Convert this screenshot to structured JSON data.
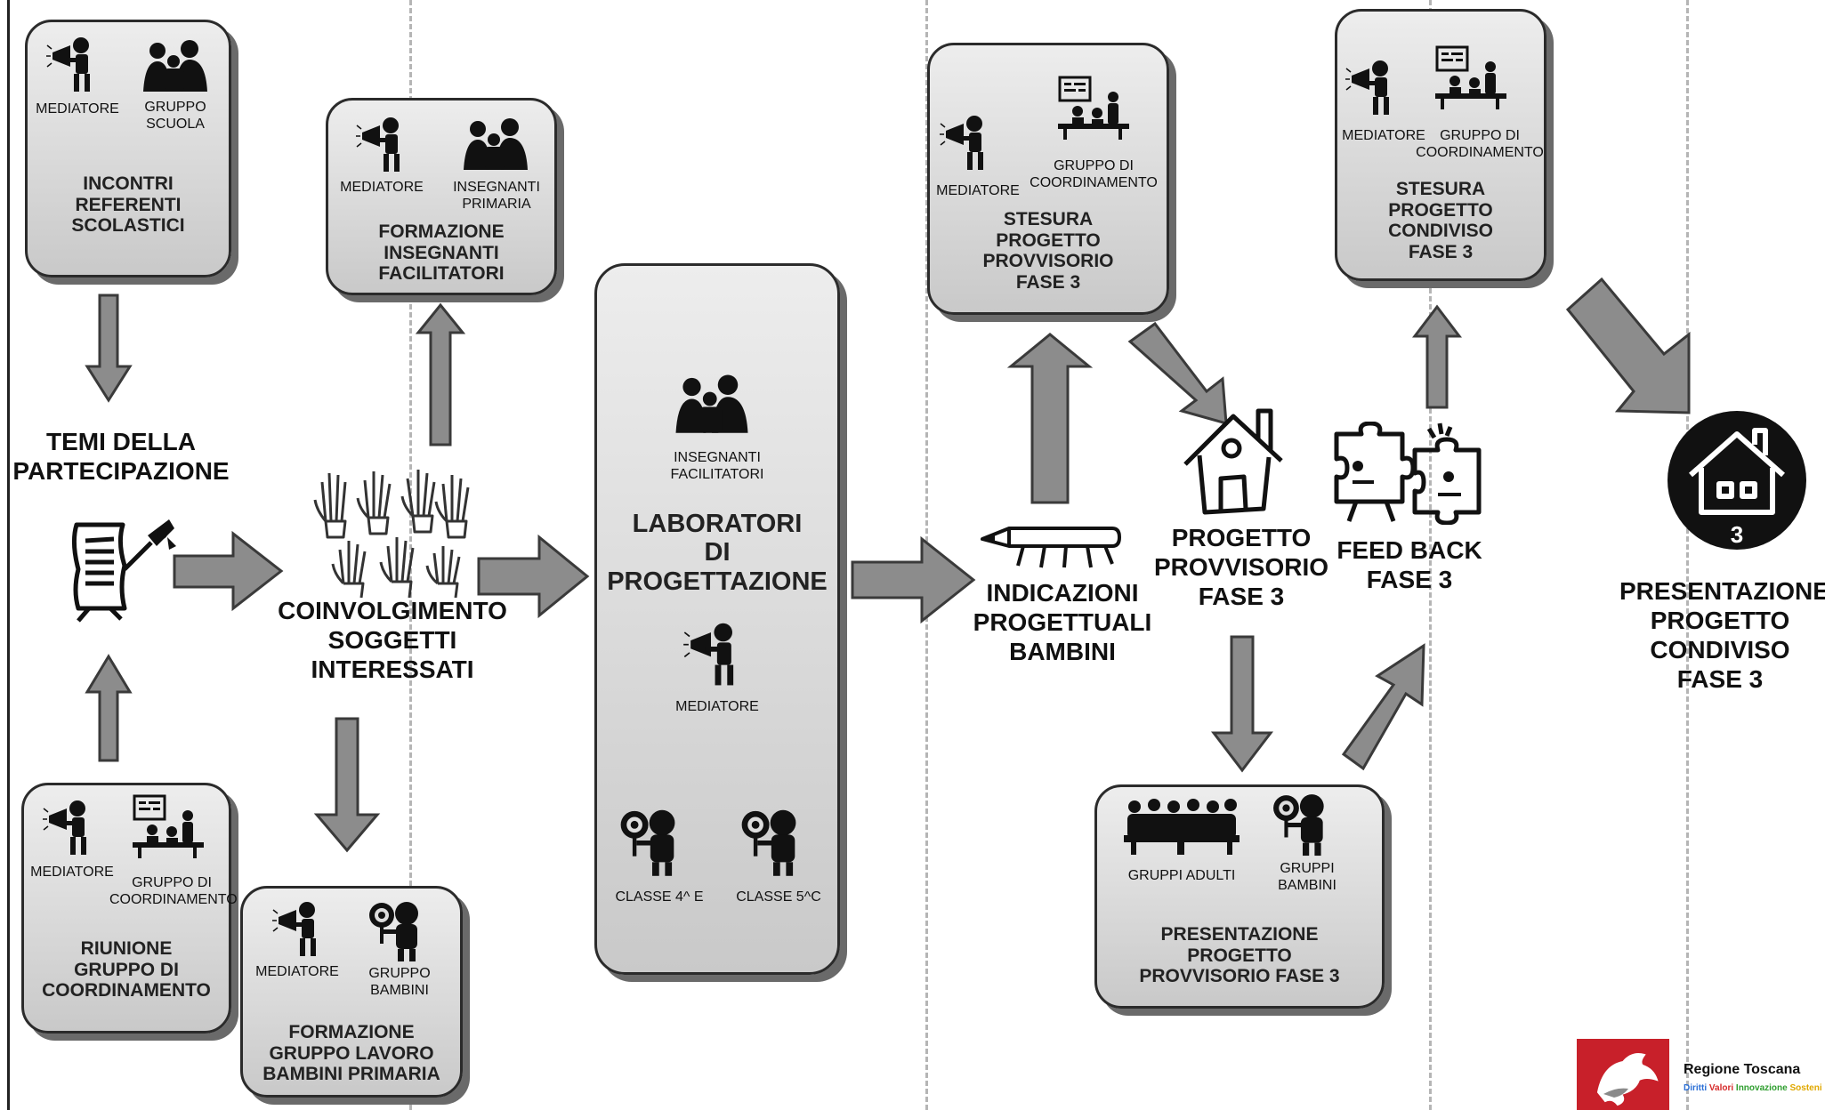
{
  "nodes": {
    "incontri": {
      "title": "INCONTRI\nREFERENTI\nSCOLASTICI",
      "roles": [
        "MEDIATORE",
        "GRUPPO\nSCUOLA"
      ]
    },
    "formazione_insegnanti": {
      "title": "FORMAZIONE\nINSEGNANTI\nFACILITATORI",
      "roles": [
        "MEDIATORE",
        "INSEGNANTI\nPRIMARIA"
      ]
    },
    "riunione": {
      "title": "RIUNIONE\nGRUPPO  DI\nCOORDINAMENTO",
      "roles": [
        "MEDIATORE",
        "GRUPPO DI\nCOORDINAMENTO"
      ]
    },
    "formazione_bambini": {
      "title": "FORMAZIONE\nGRUPPO LAVORO\nBAMBINI PRIMARIA",
      "roles": [
        "MEDIATORE",
        "GRUPPO\nBAMBINI"
      ]
    },
    "laboratori": {
      "title": "LABORATORI\nDI\nPROGETTAZIONE",
      "roles": [
        "INSEGNANTI\nFACILITATORI",
        "MEDIATORE",
        "CLASSE 4^ E",
        "CLASSE 5^C"
      ]
    },
    "stesura_provvisorio": {
      "title": "STESURA\nPROGETTO\nPROVVISORIO\nFASE 3",
      "roles": [
        "MEDIATORE",
        "GRUPPO DI\nCOORDINAMENTO"
      ]
    },
    "stesura_condiviso": {
      "title": "STESURA\nPROGETTO\nCONDIVISO\nFASE 3",
      "roles": [
        "MEDIATORE",
        "GRUPPO DI\nCOORDINAMENTO"
      ]
    },
    "presentazione_provvisorio": {
      "title": "PRESENTAZIONE\nPROGETTO\nPROVVISORIO  FASE 3",
      "roles": [
        "GRUPPI ADULTI",
        "GRUPPI\nBAMBINI"
      ]
    }
  },
  "labels": {
    "temi": "TEMI DELLA\nPARTECIPAZIONE",
    "coinvolgimento": "COINVOLGIMENTO\nSOGGETTI\nINTERESSATI",
    "indicazioni": "INDICAZIONI\nPROGETTUALI\nBAMBINI",
    "progetto_provvisorio": "PROGETTO\nPROVVISORIO\nFASE 3",
    "feedback": "FEED BACK\nFASE 3",
    "presentazione_finale": "PRESENTAZIONE\nPROGETTO\nCONDIVISO\nFASE 3",
    "house_badge_number": "3"
  },
  "logo": {
    "name": "Regione Toscana",
    "tagline": [
      "Diritti",
      "Valori",
      "Innovazione",
      "Sostenibilità"
    ],
    "tagline_colors": [
      "#2b6fd6",
      "#d62b2b",
      "#2f9e2f",
      "#e0a800"
    ]
  }
}
